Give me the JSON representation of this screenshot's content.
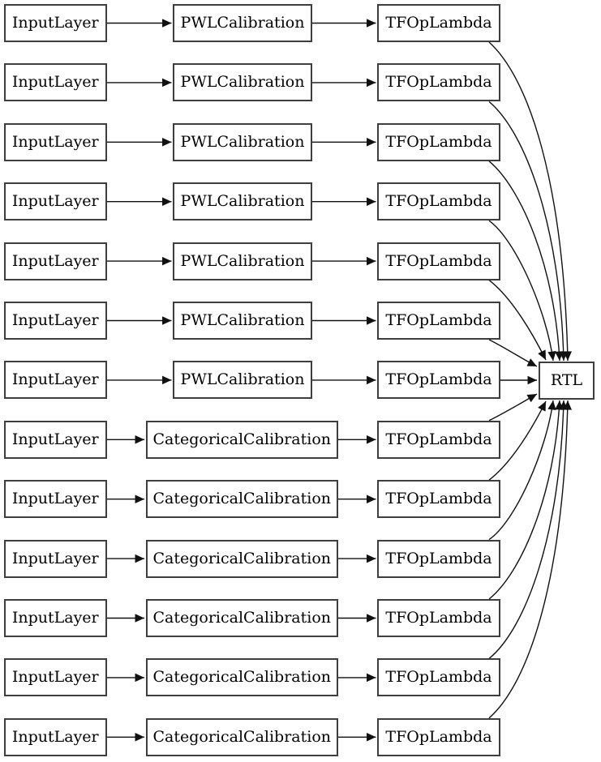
{
  "diagram": {
    "type": "model-graph",
    "rows": [
      {
        "input": "InputLayer",
        "calibration": "PWLCalibration",
        "lambda": "TFOpLambda"
      },
      {
        "input": "InputLayer",
        "calibration": "PWLCalibration",
        "lambda": "TFOpLambda"
      },
      {
        "input": "InputLayer",
        "calibration": "PWLCalibration",
        "lambda": "TFOpLambda"
      },
      {
        "input": "InputLayer",
        "calibration": "PWLCalibration",
        "lambda": "TFOpLambda"
      },
      {
        "input": "InputLayer",
        "calibration": "PWLCalibration",
        "lambda": "TFOpLambda"
      },
      {
        "input": "InputLayer",
        "calibration": "PWLCalibration",
        "lambda": "TFOpLambda"
      },
      {
        "input": "InputLayer",
        "calibration": "PWLCalibration",
        "lambda": "TFOpLambda"
      },
      {
        "input": "InputLayer",
        "calibration": "CategoricalCalibration",
        "lambda": "TFOpLambda"
      },
      {
        "input": "InputLayer",
        "calibration": "CategoricalCalibration",
        "lambda": "TFOpLambda"
      },
      {
        "input": "InputLayer",
        "calibration": "CategoricalCalibration",
        "lambda": "TFOpLambda"
      },
      {
        "input": "InputLayer",
        "calibration": "CategoricalCalibration",
        "lambda": "TFOpLambda"
      },
      {
        "input": "InputLayer",
        "calibration": "CategoricalCalibration",
        "lambda": "TFOpLambda"
      },
      {
        "input": "InputLayer",
        "calibration": "CategoricalCalibration",
        "lambda": "TFOpLambda"
      }
    ],
    "sink": {
      "label": "RTL"
    },
    "colors": {
      "background": "#ffffff",
      "node_fill": "#ffffff",
      "node_border": "#3e3e3e",
      "edge": "#111111",
      "text": "#000000"
    }
  }
}
